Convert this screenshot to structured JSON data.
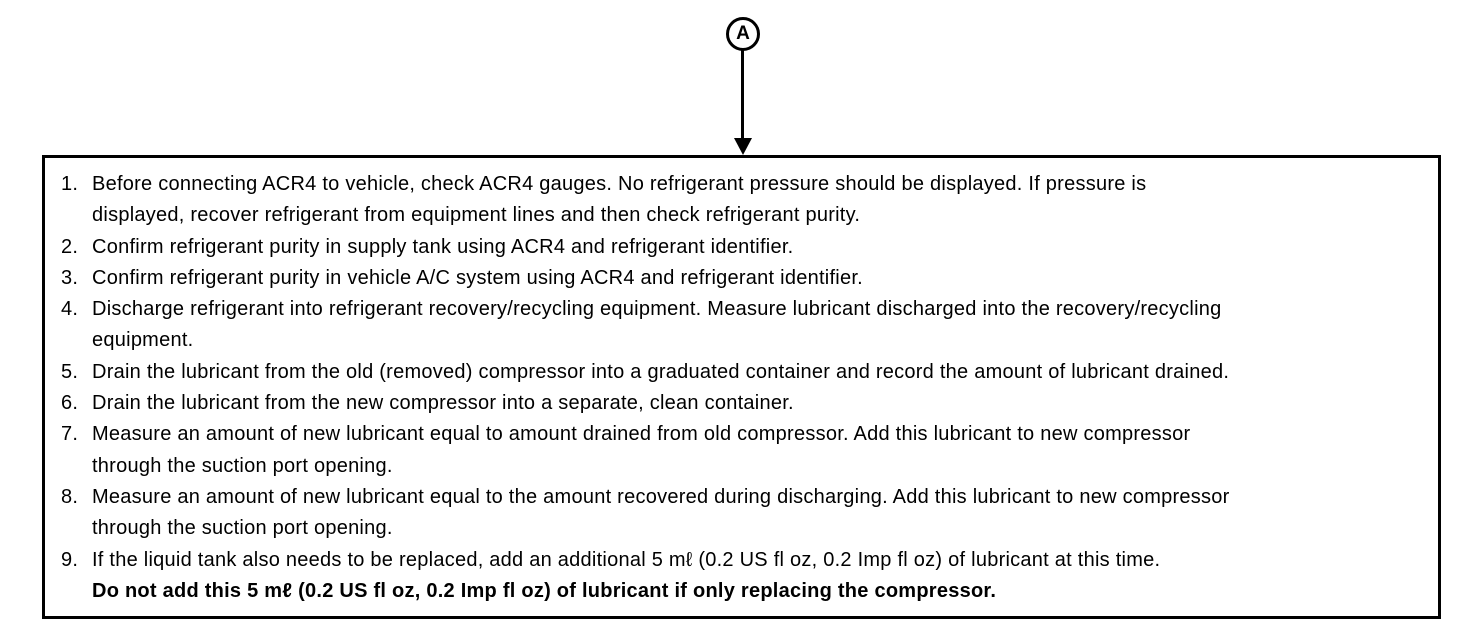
{
  "callout": {
    "label": "A"
  },
  "instructions": {
    "items": [
      {
        "number": "1.",
        "lines": [
          "Before connecting ACR4 to vehicle, check ACR4 gauges. No refrigerant pressure should be displayed. If pressure is",
          "displayed, recover refrigerant from equipment lines and then check refrigerant purity."
        ]
      },
      {
        "number": "2.",
        "lines": [
          "Confirm refrigerant purity in supply tank using ACR4 and refrigerant identifier."
        ]
      },
      {
        "number": "3.",
        "lines": [
          "Confirm refrigerant purity in vehicle A/C system using ACR4 and refrigerant identifier."
        ]
      },
      {
        "number": "4.",
        "lines": [
          "Discharge refrigerant into refrigerant recovery/recycling equipment. Measure lubricant discharged into the recovery/recycling",
          "equipment."
        ]
      },
      {
        "number": "5.",
        "lines": [
          "Drain the lubricant from the old (removed) compressor into a graduated container and record the amount of lubricant drained."
        ]
      },
      {
        "number": "6.",
        "lines": [
          "Drain the lubricant from the new compressor into a separate, clean container."
        ]
      },
      {
        "number": "7.",
        "lines": [
          "Measure an amount of new lubricant equal to amount drained from old compressor. Add this lubricant to new compressor",
          "through the suction port opening."
        ]
      },
      {
        "number": "8.",
        "lines": [
          "Measure an amount of new lubricant equal to the amount recovered during discharging. Add this lubricant to new compressor",
          "through the suction port opening."
        ]
      },
      {
        "number": "9.",
        "lines": [
          "If the liquid tank also needs to be replaced, add an additional 5 mℓ (0.2 US fl oz, 0.2 Imp fl oz) of lubricant at this time.",
          "Do not add this 5 mℓ (0.2 US fl oz, 0.2 Imp fl oz) of lubricant if only replacing the compressor."
        ]
      }
    ]
  },
  "colors": {
    "ink": "#000000",
    "background": "#ffffff"
  }
}
